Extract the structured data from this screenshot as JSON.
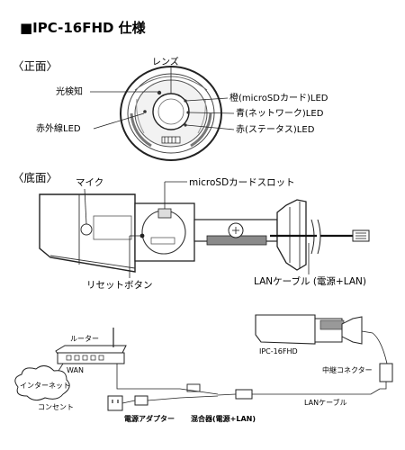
{
  "title": "■IPC-16FHD 仕様",
  "front": {
    "heading": "〈正面〉",
    "lens": "レンズ",
    "light_sensor": "光検知",
    "infrared_led": "赤外線LED",
    "orange_led": "橙(microSDカード)LED",
    "blue_led": "青(ネットワーク)LED",
    "red_led": "赤(ステータス)LED"
  },
  "bottom": {
    "heading": "〈底面〉",
    "mic": "マイク",
    "microsd_slot": "microSDカードスロット",
    "reset_button": "リセットボタン",
    "lan_cable": "LANケーブル (電源+LAN)"
  },
  "connection": {
    "router": "ルーター",
    "wan": "WAN",
    "internet": "インターネット",
    "outlet": "コンセント",
    "power_adapter": "電源アダプター",
    "mixer": "混合器(電源+LAN)",
    "lan_cable": "LANケーブル",
    "relay_connector": "中継コネクター",
    "camera_model": "IPC-16FHD"
  }
}
